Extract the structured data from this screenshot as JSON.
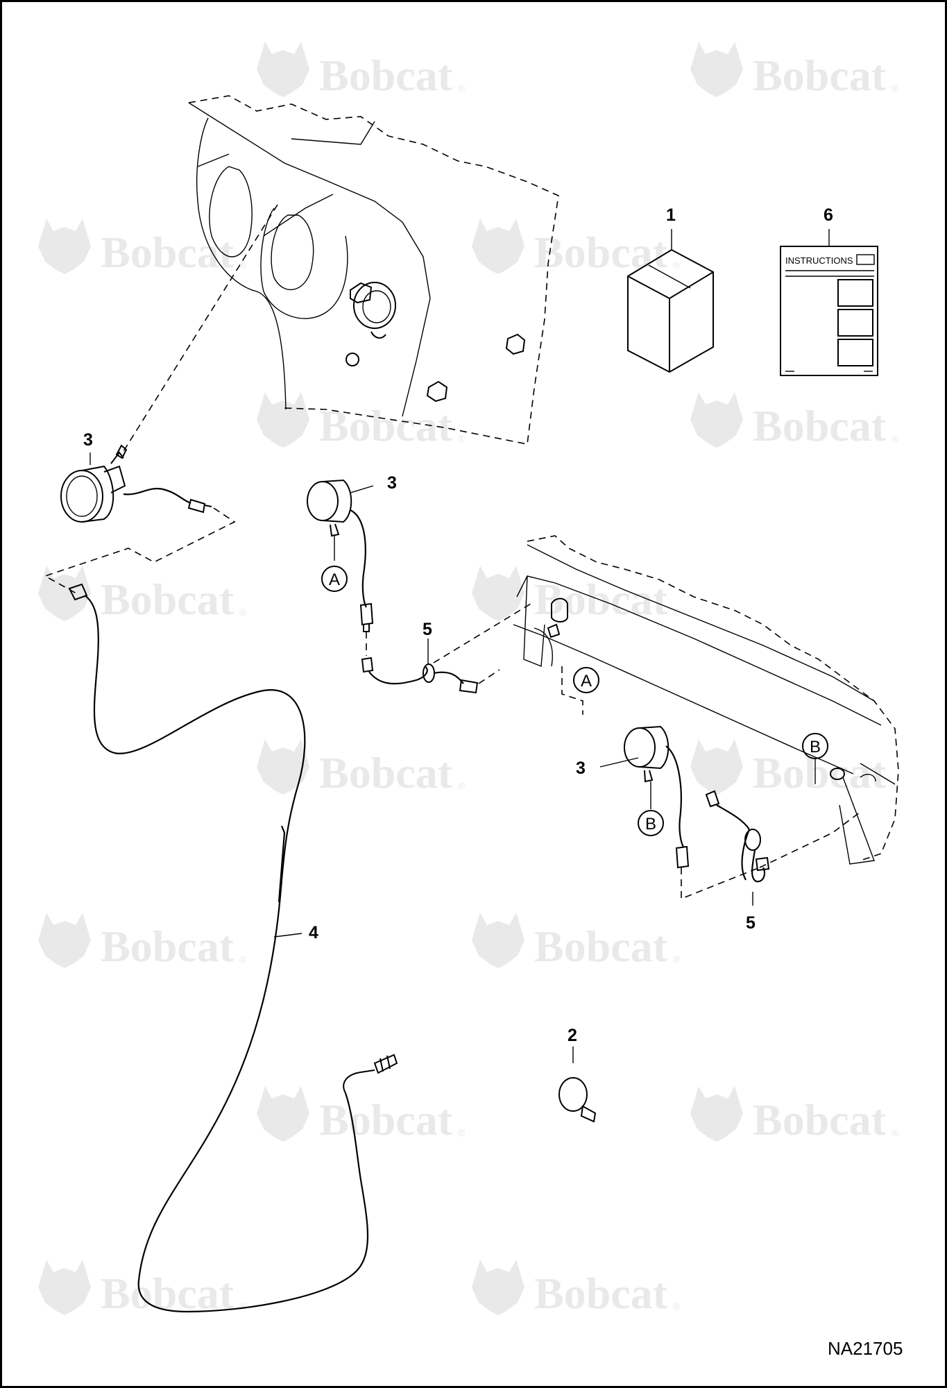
{
  "brand": {
    "watermark_text": "Bobcat",
    "watermark_mark": "®"
  },
  "figure_id": "NA21705",
  "callouts": {
    "part_1": "1",
    "part_2": "2",
    "part_3_top_left": "3",
    "part_3_center": "3",
    "part_3_lower_right": "3",
    "part_4": "4",
    "part_5_center": "5",
    "part_5_lower_right": "5",
    "part_6": "6"
  },
  "connection_points": {
    "a_left": "A",
    "a_right": "A",
    "b_left": "B",
    "b_right": "B"
  },
  "instruction_sheet": {
    "heading": "INSTRUCTIONS"
  },
  "colors": {
    "line": "#000000",
    "watermark": "#e9e9e9",
    "border": "#000000",
    "background": "#ffffff"
  }
}
